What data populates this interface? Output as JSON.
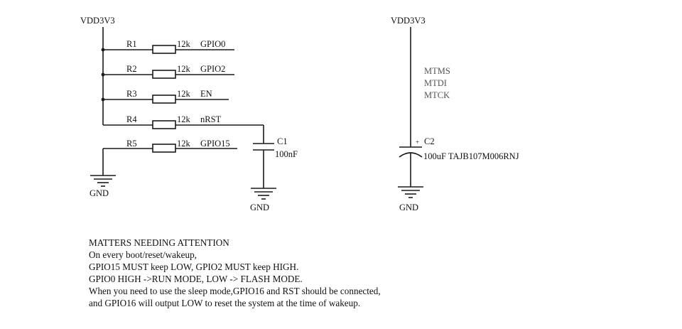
{
  "left_circuit": {
    "supply_label": "VDD3V3",
    "resistors": [
      {
        "ref": "R1",
        "value": "12k",
        "net": "GPIO0"
      },
      {
        "ref": "R2",
        "value": "12k",
        "net": "GPIO2"
      },
      {
        "ref": "R3",
        "value": "12k",
        "net": "EN"
      },
      {
        "ref": "R4",
        "value": "12k",
        "net": "nRST"
      },
      {
        "ref": "R5",
        "value": "12k",
        "net": "GPIO15"
      }
    ],
    "capacitor": {
      "ref": "C1",
      "value": "100nF"
    },
    "ground_labels": [
      "GND",
      "GND"
    ]
  },
  "right_circuit": {
    "supply_label": "VDD3V3",
    "pins": [
      "MTMS",
      "MTDI",
      "MTCK"
    ],
    "capacitor": {
      "ref": "C2",
      "polarity": "+",
      "value": "100uF TAJB107M006RNJ"
    },
    "ground_label": "GND"
  },
  "notes": {
    "title": "MATTERS NEEDING ATTENTION",
    "lines": [
      "On every boot/reset/wakeup,",
      "GPIO15 MUST keep LOW, GPIO2 MUST keep HIGH.",
      "GPIO0 HIGH ->RUN MODE, LOW -> FLASH MODE.",
      "When you need to use the sleep mode,GPIO16 and RST should be connected,",
      "and GPIO16 will output LOW to reset the system at the time of wakeup."
    ]
  }
}
